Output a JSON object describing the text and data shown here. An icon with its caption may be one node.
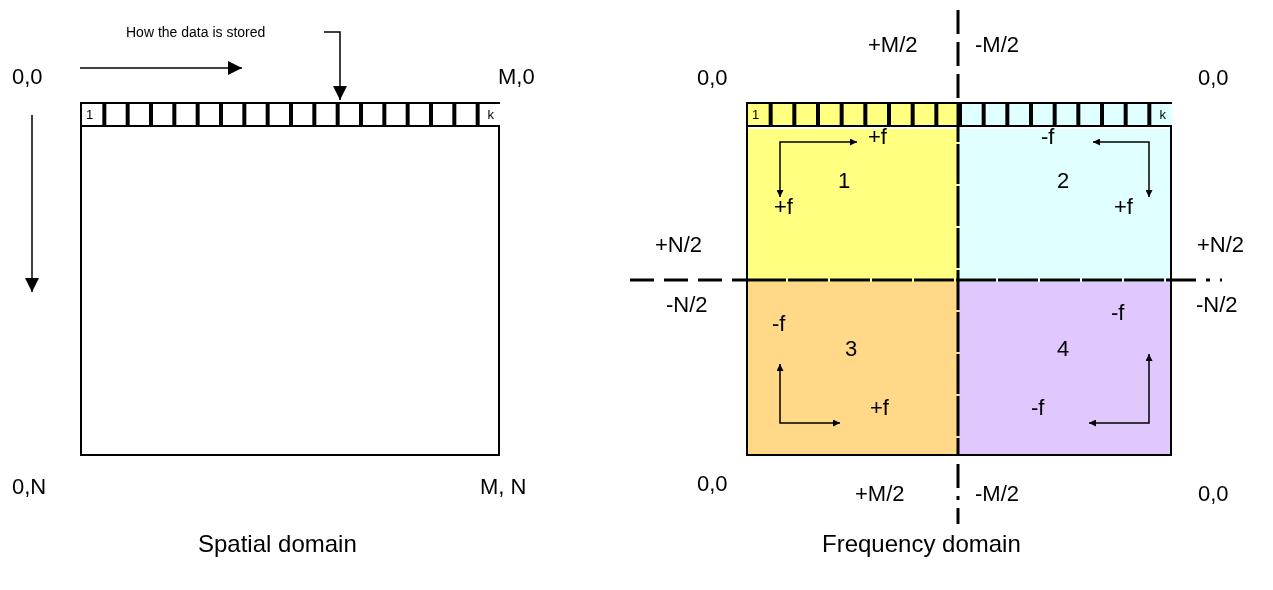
{
  "diagram": {
    "nodes": [
      {
        "text": [
          "How the data is stored"
        ]
      },
      {
        "text": [
          "1",
          "k"
        ]
      },
      {
        "text": [
          "1",
          "k"
        ]
      },
      {
        "text": [
          "+f",
          "1",
          "+f"
        ],
        "in": 2
      },
      {
        "text": [
          "-f",
          "2",
          "+f"
        ],
        "in": 2
      },
      {
        "text": [
          "-f",
          "3",
          "+f"
        ],
        "in": 2
      },
      {
        "text": [
          "-f",
          "4",
          "-f"
        ],
        "in": 2
      }
    ],
    "edges": [
      {
        "from": 0,
        "to": 1,
        "arrow": "to"
      }
    ],
    "labels": [
      "0,0",
      "M,0",
      "0,N",
      "M, N",
      "Spatial domain",
      "+M/2",
      "-M/2",
      "0,0",
      "0,0",
      "+N/2",
      "+N/2",
      "-N/2",
      "-N/2",
      "0,0",
      "+M/2",
      "-M/2",
      "0,0",
      "Frequency domain"
    ]
  }
}
